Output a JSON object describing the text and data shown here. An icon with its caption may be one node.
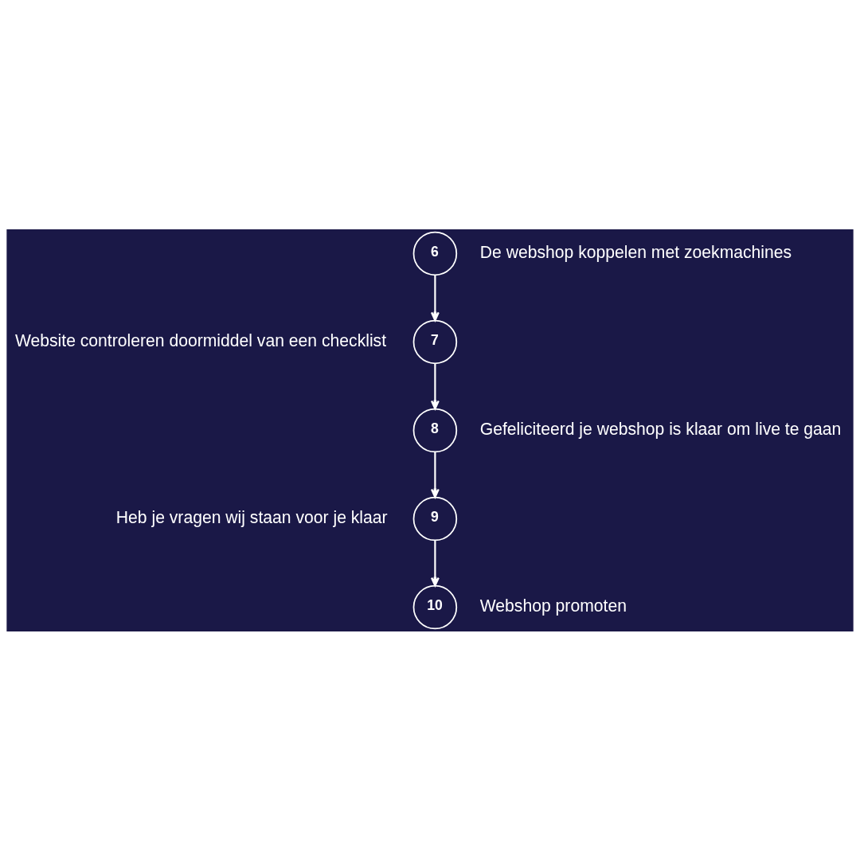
{
  "diagram": {
    "nodes": [
      {
        "text": [
          "6"
        ],
        "beside": [
          "De webshop koppelen met zoekmachines"
        ]
      },
      {
        "text": [
          "7"
        ],
        "beside": [
          "Website controleren doormiddel van een checklist"
        ]
      },
      {
        "text": [
          "8"
        ],
        "beside": [
          "Gefeliciteerd je webshop is klaar om live te gaan"
        ]
      },
      {
        "text": [
          "9"
        ],
        "beside": [
          "Heb je vragen wij staan voor je klaar"
        ]
      },
      {
        "text": [
          "10"
        ],
        "beside": [
          "Webshop promoten"
        ]
      }
    ],
    "edges": [
      {
        "from": 0,
        "to": 1,
        "arrow": "to"
      },
      {
        "from": 1,
        "to": 2,
        "arrow": "to"
      },
      {
        "from": 2,
        "to": 3,
        "arrow": "to"
      },
      {
        "from": 3,
        "to": 4,
        "arrow": "to"
      }
    ]
  }
}
